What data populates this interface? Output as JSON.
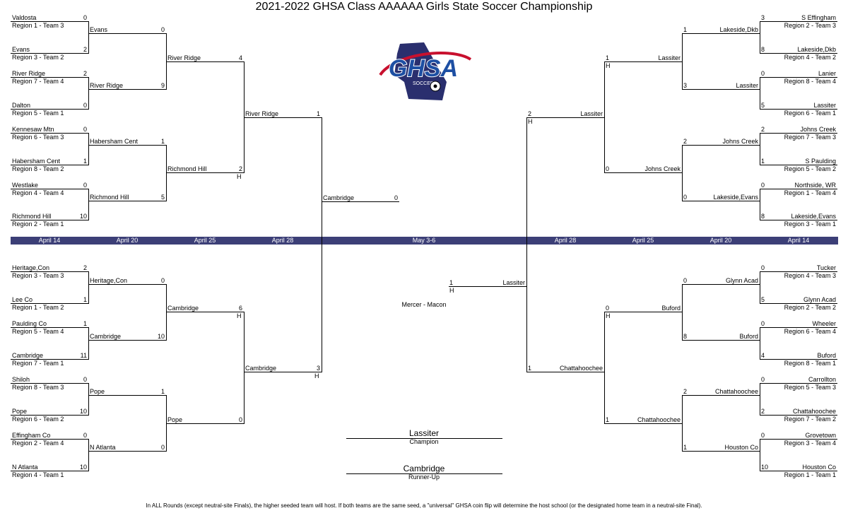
{
  "title": "2021-2022 GHSA Class AAAAAA Girls State Soccer Championship",
  "logo": {
    "text": "GHSA",
    "sub": "SOCCER"
  },
  "dates": {
    "left": [
      "April 14",
      "April 20",
      "April 25",
      "April 28"
    ],
    "center": "May 3-6",
    "right": [
      "April 28",
      "April 25",
      "April 20",
      "April 14"
    ]
  },
  "left_top": {
    "r1": [
      {
        "team": "Valdosta",
        "seed": "Region 1 - Team 3",
        "score": "0"
      },
      {
        "team": "Evans",
        "seed": "Region 3 - Team 2",
        "score": "2"
      },
      {
        "team": "River Ridge",
        "seed": "Region 7 - Team 4",
        "score": "2"
      },
      {
        "team": "Dalton",
        "seed": "Region 5 - Team 1",
        "score": "0"
      },
      {
        "team": "Kennesaw Mtn",
        "seed": "Region 6 - Team 3",
        "score": "0"
      },
      {
        "team": "Habersham Cent",
        "seed": "Region 8 - Team 2",
        "score": "1"
      },
      {
        "team": "Westlake",
        "seed": "Region 4 - Team 4",
        "score": "0"
      },
      {
        "team": "Richmond Hill",
        "seed": "Region 2 - Team 1",
        "score": "10"
      }
    ],
    "r2": [
      {
        "team": "Evans",
        "score": "0"
      },
      {
        "team": "River Ridge",
        "score": "9"
      },
      {
        "team": "Habersham Cent",
        "score": "1"
      },
      {
        "team": "Richmond Hill",
        "score": "5"
      }
    ],
    "r3": [
      {
        "team": "River Ridge",
        "score": "4"
      },
      {
        "team": "Richmond Hill",
        "score": "2",
        "host": "H"
      }
    ],
    "r4": {
      "team": "River Ridge",
      "score": "1"
    }
  },
  "left_bottom": {
    "r1": [
      {
        "team": "Heritage,Con",
        "seed": "Region 3 - Team 3",
        "score": "2"
      },
      {
        "team": "Lee Co",
        "seed": "Region 1 - Team 2",
        "score": "1"
      },
      {
        "team": "Paulding Co",
        "seed": "Region 5 - Team 4",
        "score": "1"
      },
      {
        "team": "Cambridge",
        "seed": "Region 7 - Team 1",
        "score": "11"
      },
      {
        "team": "Shiloh",
        "seed": "Region 8 - Team 3",
        "score": "0"
      },
      {
        "team": "Pope",
        "seed": "Region 6 - Team 2",
        "score": "10"
      },
      {
        "team": "Effingham Co",
        "seed": "Region 2 - Team 4",
        "score": "0"
      },
      {
        "team": "N Atlanta",
        "seed": "Region 4 - Team 1",
        "score": "10"
      }
    ],
    "r2": [
      {
        "team": "Heritage,Con",
        "score": "0"
      },
      {
        "team": "Cambridge",
        "score": "10"
      },
      {
        "team": "Pope",
        "score": "1"
      },
      {
        "team": "N Atlanta",
        "score": "0"
      }
    ],
    "r3": [
      {
        "team": "Cambridge",
        "score": "6",
        "host": "H"
      },
      {
        "team": "Pope",
        "score": "0"
      }
    ],
    "r4": {
      "team": "Cambridge",
      "score": "3",
      "host": "H"
    }
  },
  "right_top": {
    "r1": [
      {
        "team": "S Effingham",
        "seed": "Region 2 - Team 3",
        "score": "3"
      },
      {
        "team": "Lakeside,Dkb",
        "seed": "Region 4 - Team 2",
        "score": "8"
      },
      {
        "team": "Lanier",
        "seed": "Region  8 - Team 4",
        "score": "0"
      },
      {
        "team": "Lassiter",
        "seed": "Region 6 - Team 1",
        "score": "5"
      },
      {
        "team": "Johns Creek",
        "seed": "Region 7 - Team 3",
        "score": "2"
      },
      {
        "team": "S Paulding",
        "seed": "Region 5 - Team 2",
        "score": "1"
      },
      {
        "team": "Northside, WR",
        "seed": "Region 1 - Team 4",
        "score": "0"
      },
      {
        "team": "Lakeside,Evans",
        "seed": "Region 3 - Team 1",
        "score": "8"
      }
    ],
    "r2": [
      {
        "team": "Lakeside,Dkb",
        "score": "1"
      },
      {
        "team": "Lassiter",
        "score": "3"
      },
      {
        "team": "Johns Creek",
        "score": "2"
      },
      {
        "team": "Lakeside,Evans",
        "score": "0"
      }
    ],
    "r3": [
      {
        "team": "Lassiter",
        "score": "1",
        "host": "H"
      },
      {
        "team": "Johns Creek",
        "score": "0"
      }
    ],
    "r4": {
      "team": "Lassiter",
      "score": "2",
      "host": "H"
    }
  },
  "right_bottom": {
    "r1": [
      {
        "team": "Tucker",
        "seed": "Region 4 - Team 3",
        "score": "0"
      },
      {
        "team": "Glynn Acad",
        "seed": "Region 2 - Team 2",
        "score": "5"
      },
      {
        "team": "Wheeler",
        "seed": "Region 6 - Team 4",
        "score": "0"
      },
      {
        "team": "Buford",
        "seed": "Region 8 - Team 1",
        "score": "4"
      },
      {
        "team": "Carrollton",
        "seed": "Region 5 - Team 3",
        "score": "0"
      },
      {
        "team": "Chattahoochee",
        "seed": "Region 7 - Team 2",
        "score": "2"
      },
      {
        "team": "Grovetown",
        "seed": "Region 3 - Team 4",
        "score": "0"
      },
      {
        "team": "Houston Co",
        "seed": "Region 1 - Team 1",
        "score": "10"
      }
    ],
    "r2": [
      {
        "team": "Glynn Acad",
        "score": "0"
      },
      {
        "team": "Buford",
        "score": "8"
      },
      {
        "team": "Chattahoochee",
        "score": "2"
      },
      {
        "team": "Houston Co",
        "score": "1"
      }
    ],
    "r3": [
      {
        "team": "Buford",
        "score": "0",
        "host": "H"
      },
      {
        "team": "Chattahoochee",
        "score": "1"
      }
    ],
    "r4": {
      "team": "Chattahoochee",
      "score": "1"
    }
  },
  "final": {
    "left": {
      "team": "Cambridge",
      "score": "0"
    },
    "right": {
      "team": "Lassiter",
      "score": "1",
      "host": "H"
    },
    "venue": "Mercer - Macon"
  },
  "champion": {
    "team": "Lassiter",
    "label": "Champion"
  },
  "runner_up": {
    "team": "Cambridge",
    "label": "Runner-Up"
  },
  "note": "In ALL Rounds (except neutral-site Finals), the higher seeded team will host. If both teams are the same seed, a \"universal\" GHSA coin flip will determine the host school (or the designated home team in a neutral-site Final)."
}
